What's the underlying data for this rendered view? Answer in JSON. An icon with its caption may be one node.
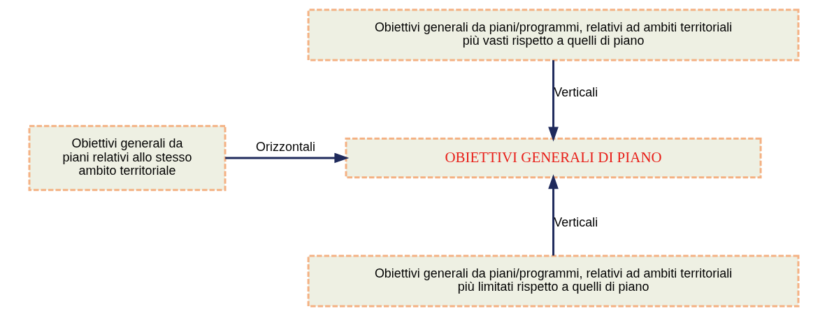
{
  "diagram": {
    "nodes": [
      {
        "text": [
          "Obiettivi generali da piani/programmi, relativi ad ambiti territoriali più vasti rispetto a quelli di piano"
        ]
      },
      {
        "text": [
          "Obiettivi generali da piani relativi allo stesso ambito territoriale"
        ]
      },
      {
        "text": [
          "OBIETTIVI GENERALI DI PIANO"
        ]
      },
      {
        "text": [
          "Obiettivi generali da piani/programmi, relativi ad ambiti territoriali più limitati rispetto a quelli di piano"
        ]
      }
    ],
    "edges": [
      {
        "from": 0,
        "to": 2,
        "arrow": "to",
        "label": "Verticali"
      },
      {
        "from": 1,
        "to": 2,
        "arrow": "to",
        "label": "Orizzontali"
      },
      {
        "from": 3,
        "to": 2,
        "arrow": "to",
        "label": "Verticali"
      }
    ]
  }
}
